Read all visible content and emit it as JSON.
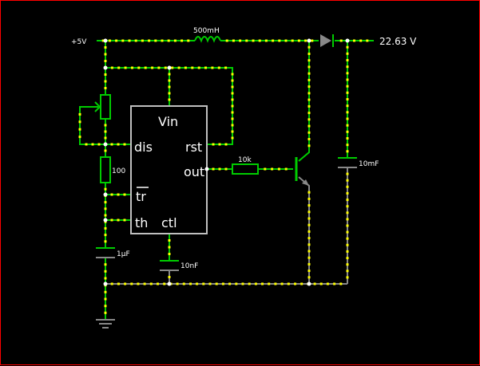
{
  "source": {
    "label": "+5V"
  },
  "inductor": {
    "value": "500mH"
  },
  "output": {
    "voltage": "22.63 V"
  },
  "resistors": {
    "pot": "100",
    "base": "10k"
  },
  "capacitors": {
    "timing": "1µF",
    "control": "10nF",
    "output": "10mF"
  },
  "ic_555": {
    "pins": {
      "vin": "Vin",
      "dis": "dis",
      "rst": "rst",
      "out": "out",
      "tr": "tr",
      "th": "th",
      "ctl": "ctl"
    }
  },
  "colors": {
    "wire_active": "#00cc00",
    "wire_idle": "#888888",
    "current_dot": "#ffff00",
    "node": "#ffffff",
    "border": "#ff0000"
  }
}
